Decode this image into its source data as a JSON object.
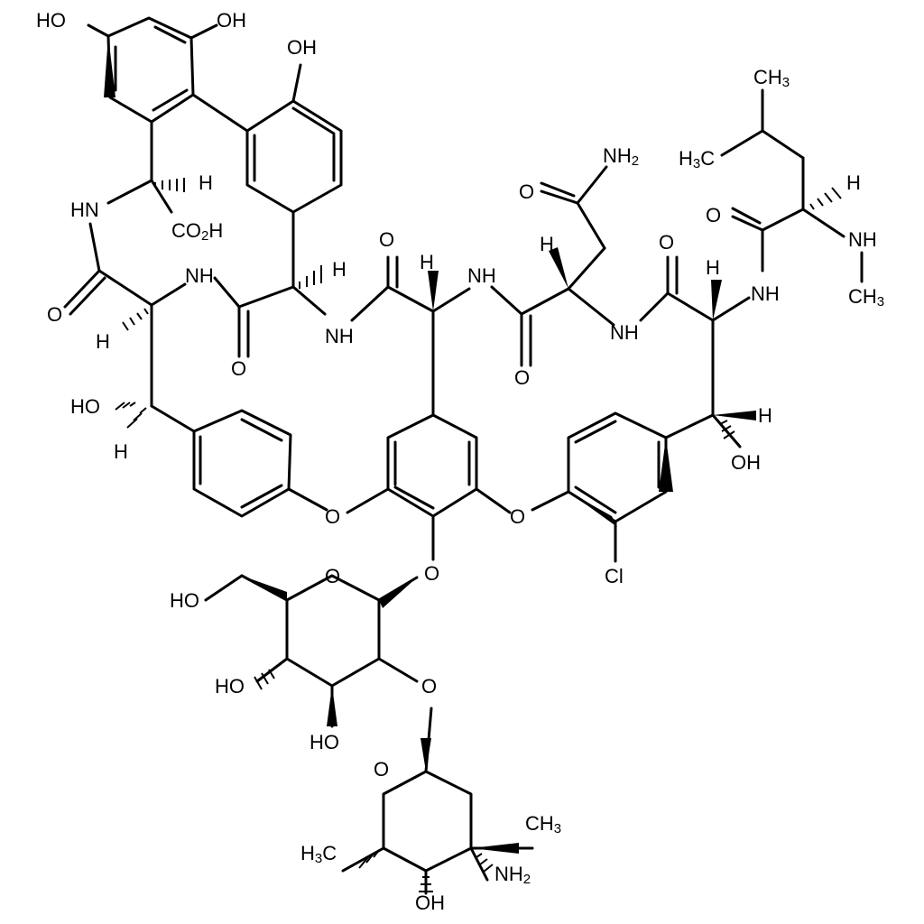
{
  "molecule": {
    "labels": [
      {
        "id": "oh-top-left",
        "text": "HO"
      },
      {
        "id": "oh-top-mid",
        "text": "OH"
      },
      {
        "id": "oh-top-phenol",
        "text": "OH"
      },
      {
        "id": "hn-left",
        "text": "HN"
      },
      {
        "id": "h-alpha-1",
        "text": "H"
      },
      {
        "id": "co2h",
        "text": "CO",
        "sub": "2",
        "after": "H"
      },
      {
        "id": "o-carbonyl-left",
        "text": "O"
      },
      {
        "id": "nh-1",
        "text": "NH"
      },
      {
        "id": "h-alpha-2",
        "text": "H"
      },
      {
        "id": "h-alpha-3",
        "text": "H"
      },
      {
        "id": "o-carbonyl-2",
        "text": "O"
      },
      {
        "id": "nh-2",
        "text": "NH"
      },
      {
        "id": "o-carbonyl-3",
        "text": "O"
      },
      {
        "id": "h-alpha-4",
        "text": "H"
      },
      {
        "id": "nh-3",
        "text": "NH"
      },
      {
        "id": "o-carbonyl-amide",
        "text": "O"
      },
      {
        "id": "nh2-amide",
        "text": "NH",
        "sub": "2"
      },
      {
        "id": "h-alpha-5",
        "text": "H"
      },
      {
        "id": "o-carbonyl-4",
        "text": "O"
      },
      {
        "id": "nh-4",
        "text": "NH"
      },
      {
        "id": "o-carbonyl-5",
        "text": "O"
      },
      {
        "id": "h-alpha-6",
        "text": "H"
      },
      {
        "id": "nh-5",
        "text": "NH"
      },
      {
        "id": "o-carbonyl-6",
        "text": "O"
      },
      {
        "id": "ch3-leu-top",
        "text": "CH",
        "sub": "3"
      },
      {
        "id": "h3c-leu",
        "text": "H",
        "sub": "3",
        "after": "C"
      },
      {
        "id": "h-leu",
        "text": "H"
      },
      {
        "id": "nh-methyl",
        "text": "NH"
      },
      {
        "id": "ch3-n",
        "text": "CH",
        "sub": "3"
      },
      {
        "id": "ho-beta-left",
        "text": "HO"
      },
      {
        "id": "h-beta-left",
        "text": "H"
      },
      {
        "id": "h-beta-right",
        "text": "H"
      },
      {
        "id": "oh-beta-right",
        "text": "OH"
      },
      {
        "id": "o-ether-left",
        "text": "O"
      },
      {
        "id": "o-ether-right",
        "text": "O"
      },
      {
        "id": "o-glycoside",
        "text": "O"
      },
      {
        "id": "cl",
        "text": "Cl"
      },
      {
        "id": "ho-ch2",
        "text": "HO"
      },
      {
        "id": "o-glucose-ring",
        "text": "O"
      },
      {
        "id": "ho-glucose-4",
        "text": "HO"
      },
      {
        "id": "ho-glucose-3",
        "text": "HO"
      },
      {
        "id": "o-sugar-link",
        "text": "O"
      },
      {
        "id": "o-amino-sugar-ring",
        "text": "O"
      },
      {
        "id": "h3c-sugar",
        "text": "H",
        "sub": "3",
        "after": "C"
      },
      {
        "id": "ch3-sugar",
        "text": "CH",
        "sub": "3"
      },
      {
        "id": "nh2-sugar",
        "text": "NH",
        "sub": "2"
      },
      {
        "id": "oh-sugar",
        "text": "OH"
      }
    ]
  }
}
